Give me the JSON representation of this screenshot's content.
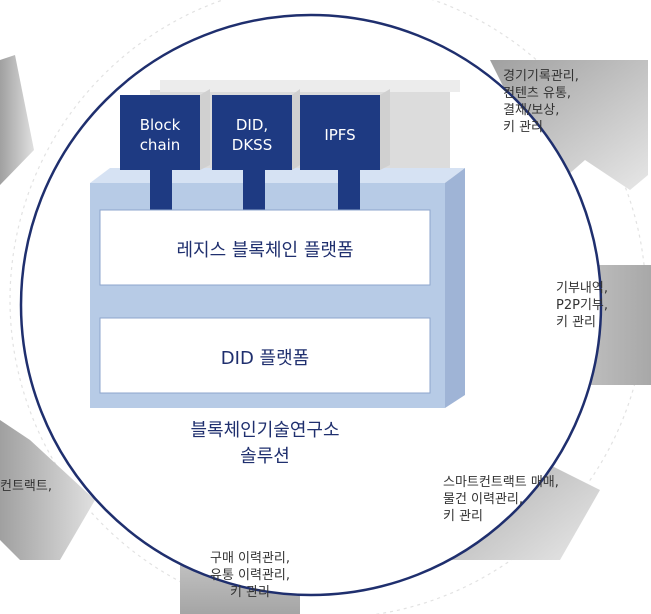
{
  "platform": {
    "modules": [
      {
        "label": "Block\nchain"
      },
      {
        "label": "DID,\nDKSS"
      },
      {
        "label": "IPFS"
      }
    ],
    "layers": [
      {
        "label": "레지스 블록체인 플랫폼"
      },
      {
        "label": "DID 플랫폼"
      }
    ],
    "caption": "블록체인기술연구소\n솔루션"
  },
  "arrows": [
    {
      "id": "top-right",
      "label": "경기기록관리,\n컨텐츠 유통,\n결제/보상,\n키 관리"
    },
    {
      "id": "right",
      "label": "기부내역,\nP2P기부,\n키 관리"
    },
    {
      "id": "bottom-right",
      "label": "스마트컨트랙트 매매,\n물건 이력관리,\n키 관리"
    },
    {
      "id": "bottom",
      "label": "구매 이력관리,\n유통 이력관리,\n키 관리"
    },
    {
      "id": "left",
      "label": "컨트랙트,"
    }
  ],
  "colors": {
    "module_fill": "#1e3a82",
    "platform_fill": "#b7cbe6",
    "arrow_fill": "#c9c9c9",
    "circle_stroke": "#1f2f6e"
  }
}
